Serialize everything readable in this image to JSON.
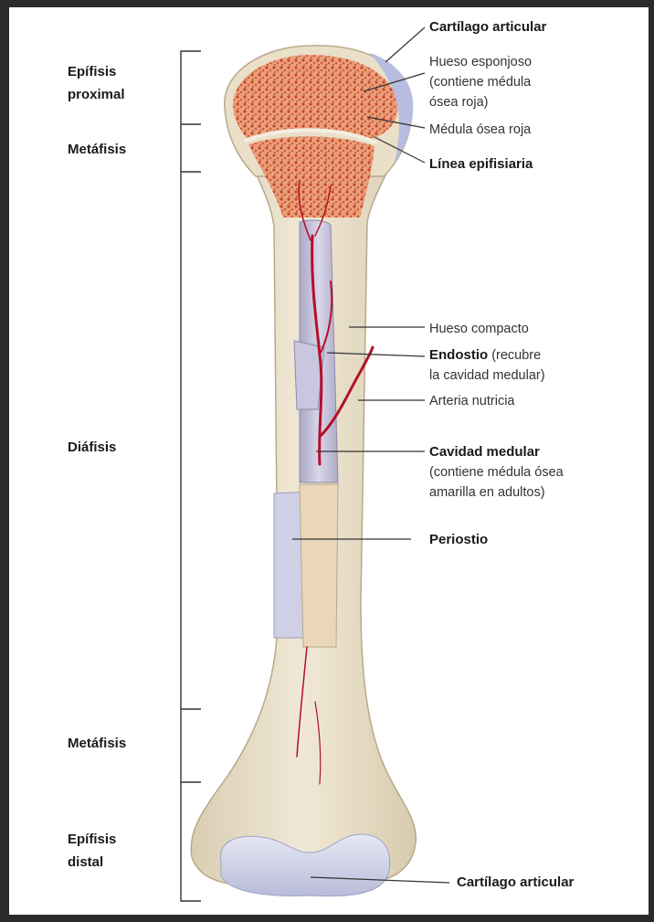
{
  "regions": {
    "epifisis_proximal": [
      "Epífisis",
      "proximal"
    ],
    "metafisis_top": "Metáfisis",
    "diafisis": "Diáfisis",
    "metafisis_bottom": "Metáfisis",
    "epifisis_distal": [
      "Epífisis",
      "distal"
    ]
  },
  "callouts": {
    "cartilago_top": "Cartílago articular",
    "hueso_esponjoso": [
      "Hueso esponjoso",
      "(contiene médula",
      "ósea roja)"
    ],
    "medula_roja": "Médula ósea roja",
    "linea_epifisiaria": "Línea epifisiaria",
    "hueso_compacto": "Hueso compacto",
    "endostio": {
      "bold": "Endostio",
      "rest": " (recubre",
      "line2": "la cavidad medular)"
    },
    "arteria_nutricia": "Arteria nutricia",
    "cavidad_medular": [
      "Cavidad medular",
      "(contiene médula ósea",
      "amarilla en adultos)"
    ],
    "periostio": "Periostio",
    "cartilago_bottom": "Cartílago articular"
  },
  "colors": {
    "spongy_bone": "#d9744a",
    "cartilage": "#c9cde8",
    "compact_bone": "#eadfc8",
    "artery": "#b3102a",
    "periosteum": "#cfd0e6"
  }
}
